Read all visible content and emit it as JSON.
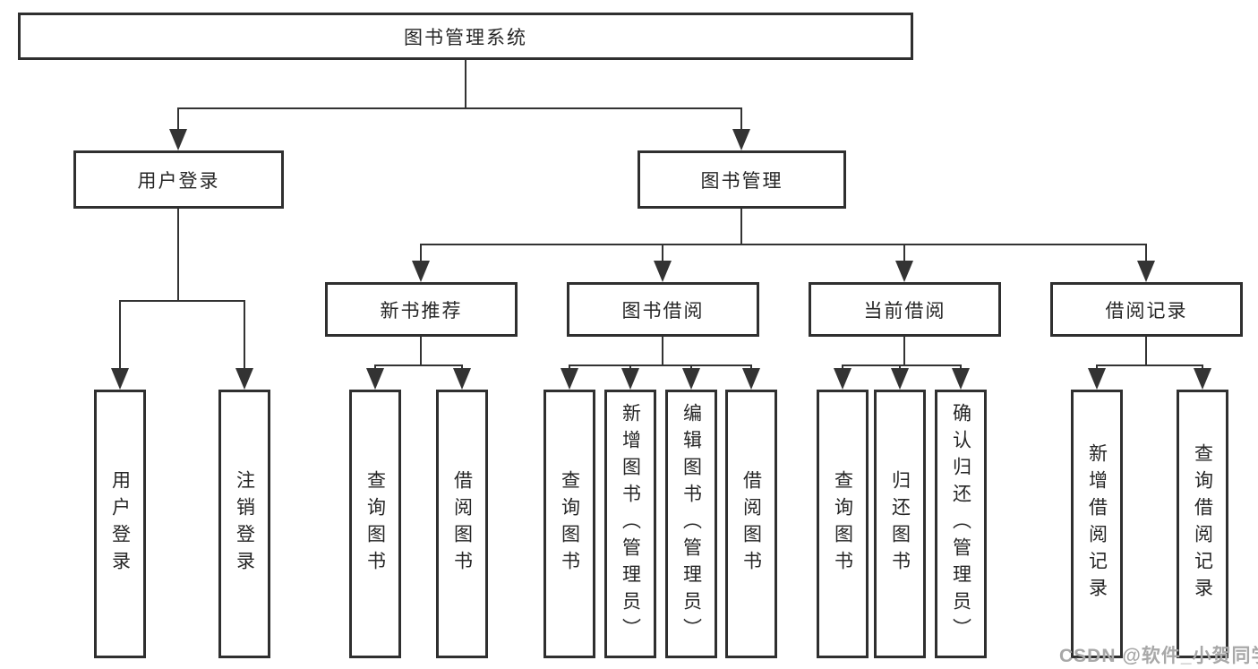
{
  "diagram": {
    "root": {
      "label": "图书管理系统"
    },
    "branches": {
      "login": {
        "label": "用户登录"
      },
      "management": {
        "label": "图书管理"
      }
    },
    "modules": {
      "recommend": {
        "label": "新书推荐"
      },
      "borrow": {
        "label": "图书借阅"
      },
      "current": {
        "label": "当前借阅"
      },
      "records": {
        "label": "借阅记录"
      }
    },
    "leaves": {
      "login": [
        "用户登录",
        "注销登录"
      ],
      "recommend": [
        "查询图书",
        "借阅图书"
      ],
      "borrow": [
        "查询图书",
        "新增图书（管理员）",
        "编辑图书（管理员）",
        "借阅图书"
      ],
      "current": [
        "查询图书",
        "归还图书",
        "确认归还（管理员）"
      ],
      "records": [
        "新增借阅记录",
        "查询借阅记录"
      ]
    }
  },
  "watermark": {
    "text": "CSDN @软件_小贺同学"
  },
  "colors": {
    "line": "#333333",
    "border": "#2f2f2f",
    "text": "#262626",
    "muted": "#a8a8a8",
    "bg": "#ffffff"
  }
}
